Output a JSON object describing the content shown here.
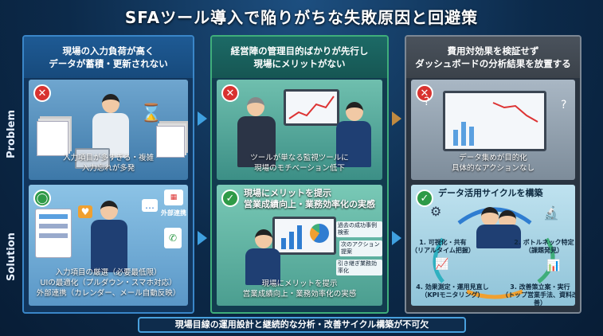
{
  "title": "SFAツール導入で陥りがちな失敗原因と回避策",
  "side_labels": {
    "problem": "Problem",
    "solution": "Solution"
  },
  "columns": [
    {
      "header": [
        "現場の入力負荷が高く",
        "データが蓄積・更新されない"
      ],
      "problem_caption": [
        "入力項目が多すぎる・複雑",
        "入力忘れが多発"
      ],
      "solution_caption": [
        "入力項目の厳選（必要最低限）",
        "UIの最適化（プルダウン・スマホ対応）",
        "外部連携（カレンダー、メール自動反映）"
      ],
      "solution_tag": "外部連携"
    },
    {
      "header": [
        "経営陣の管理目的ばかりが先行し",
        "現場にメリットがない"
      ],
      "problem_caption": [
        "ツールが単なる監視ツールに",
        "現場のモチベーション低下"
      ],
      "solution_head": [
        "現場にメリットを提示",
        "営業成績向上・業務効率化の実感"
      ],
      "solution_caption": [
        "現場にメリットを提示",
        "営業成績向上・業務効率化の実感"
      ],
      "tags": [
        "過去の成功事例検索",
        "次のアクション提案",
        "引き継ぎ業務効率化"
      ]
    },
    {
      "header": [
        "費用対効果を検証せず",
        "ダッシュボードの分析結果を放置する"
      ],
      "problem_caption": [
        "データ集めが目的化",
        "具体的なアクションなし"
      ],
      "solution_head": "データ活用サイクルを構築",
      "cycle": [
        [
          "1. 可視化・共有",
          "（リアルタイム把握）"
        ],
        [
          "2. ボトルネック特定",
          "（課題発見）"
        ],
        [
          "3. 改善策立案・実行",
          "（トップ営業手法、資料改善）"
        ],
        [
          "4. 効果測定・運用見直し",
          "（KPIモニタリング）"
        ]
      ]
    }
  ],
  "footer": "現場目線の運用設計と継続的な分析・改善サイクル構築が不可欠",
  "colors": {
    "problem_badge": "#d8322f",
    "solution_badge": "#2e9a47",
    "arrow": "#3fa0e0"
  }
}
